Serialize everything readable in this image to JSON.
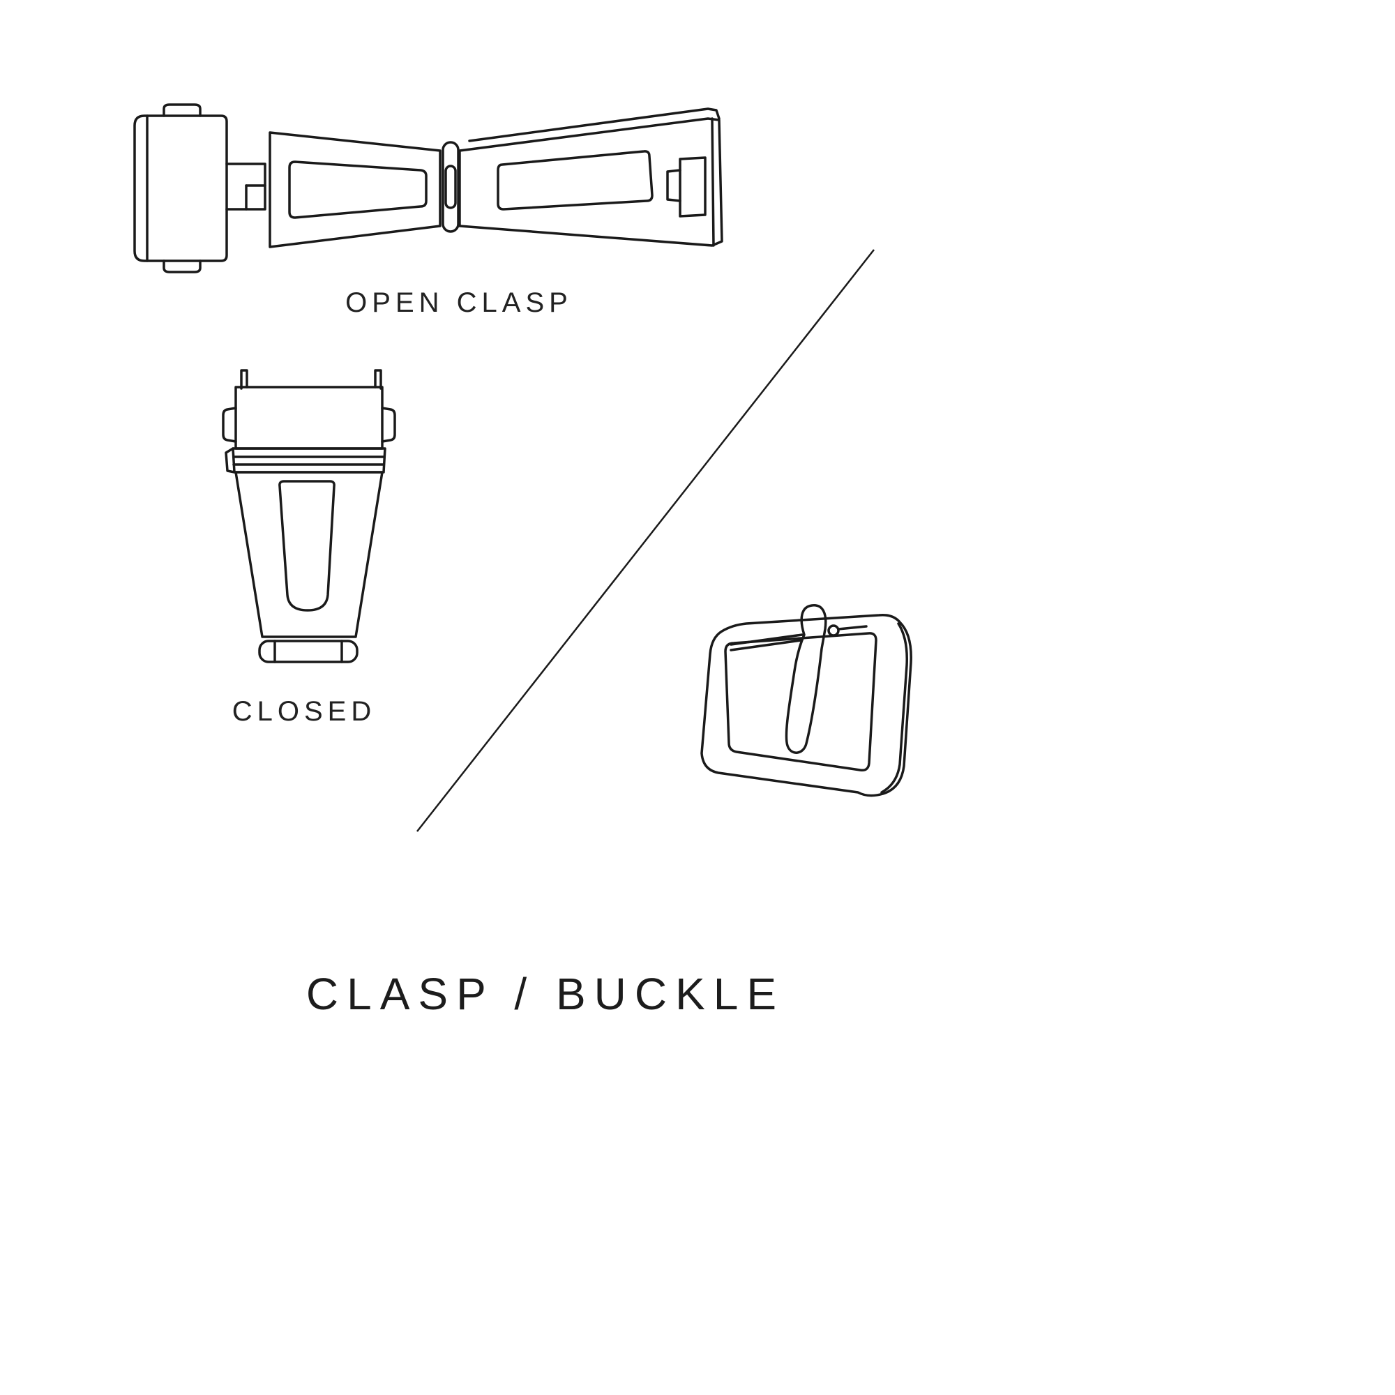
{
  "diagram": {
    "title": "CLASP / BUCKLE",
    "figures": {
      "open_clasp": {
        "label": "OPEN CLASP"
      },
      "closed_clasp": {
        "label": "CLOSED"
      }
    },
    "colors": {
      "background": "#ffffff",
      "line": "#1a1a1a",
      "text": "#222222"
    }
  }
}
